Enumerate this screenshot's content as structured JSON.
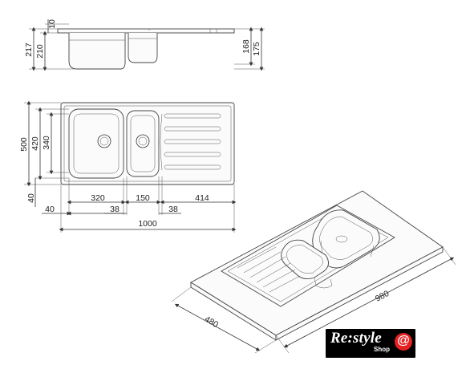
{
  "dimensions": {
    "side": {
      "lip": "10",
      "total_height": "217",
      "bowl_height": "210",
      "right_a": "168",
      "right_b": "175"
    },
    "top": {
      "overall_height": "500",
      "inner_height": "420",
      "bowl_height": "340",
      "margin_bottom": "40",
      "margin_left": "40",
      "main_bowl_width": "320",
      "small_bowl_width": "150",
      "drainer_width": "414",
      "gap_left": "38",
      "gap_right": "38",
      "overall_width": "1000"
    },
    "cutout": {
      "length": "980",
      "depth": "480"
    }
  },
  "logo": {
    "main": "Re:style",
    "sub": "Shop",
    "badge_glyph": "@"
  },
  "colors": {
    "logo_bg": "#000000",
    "logo_badge": "#e52222",
    "line": "#333333"
  }
}
